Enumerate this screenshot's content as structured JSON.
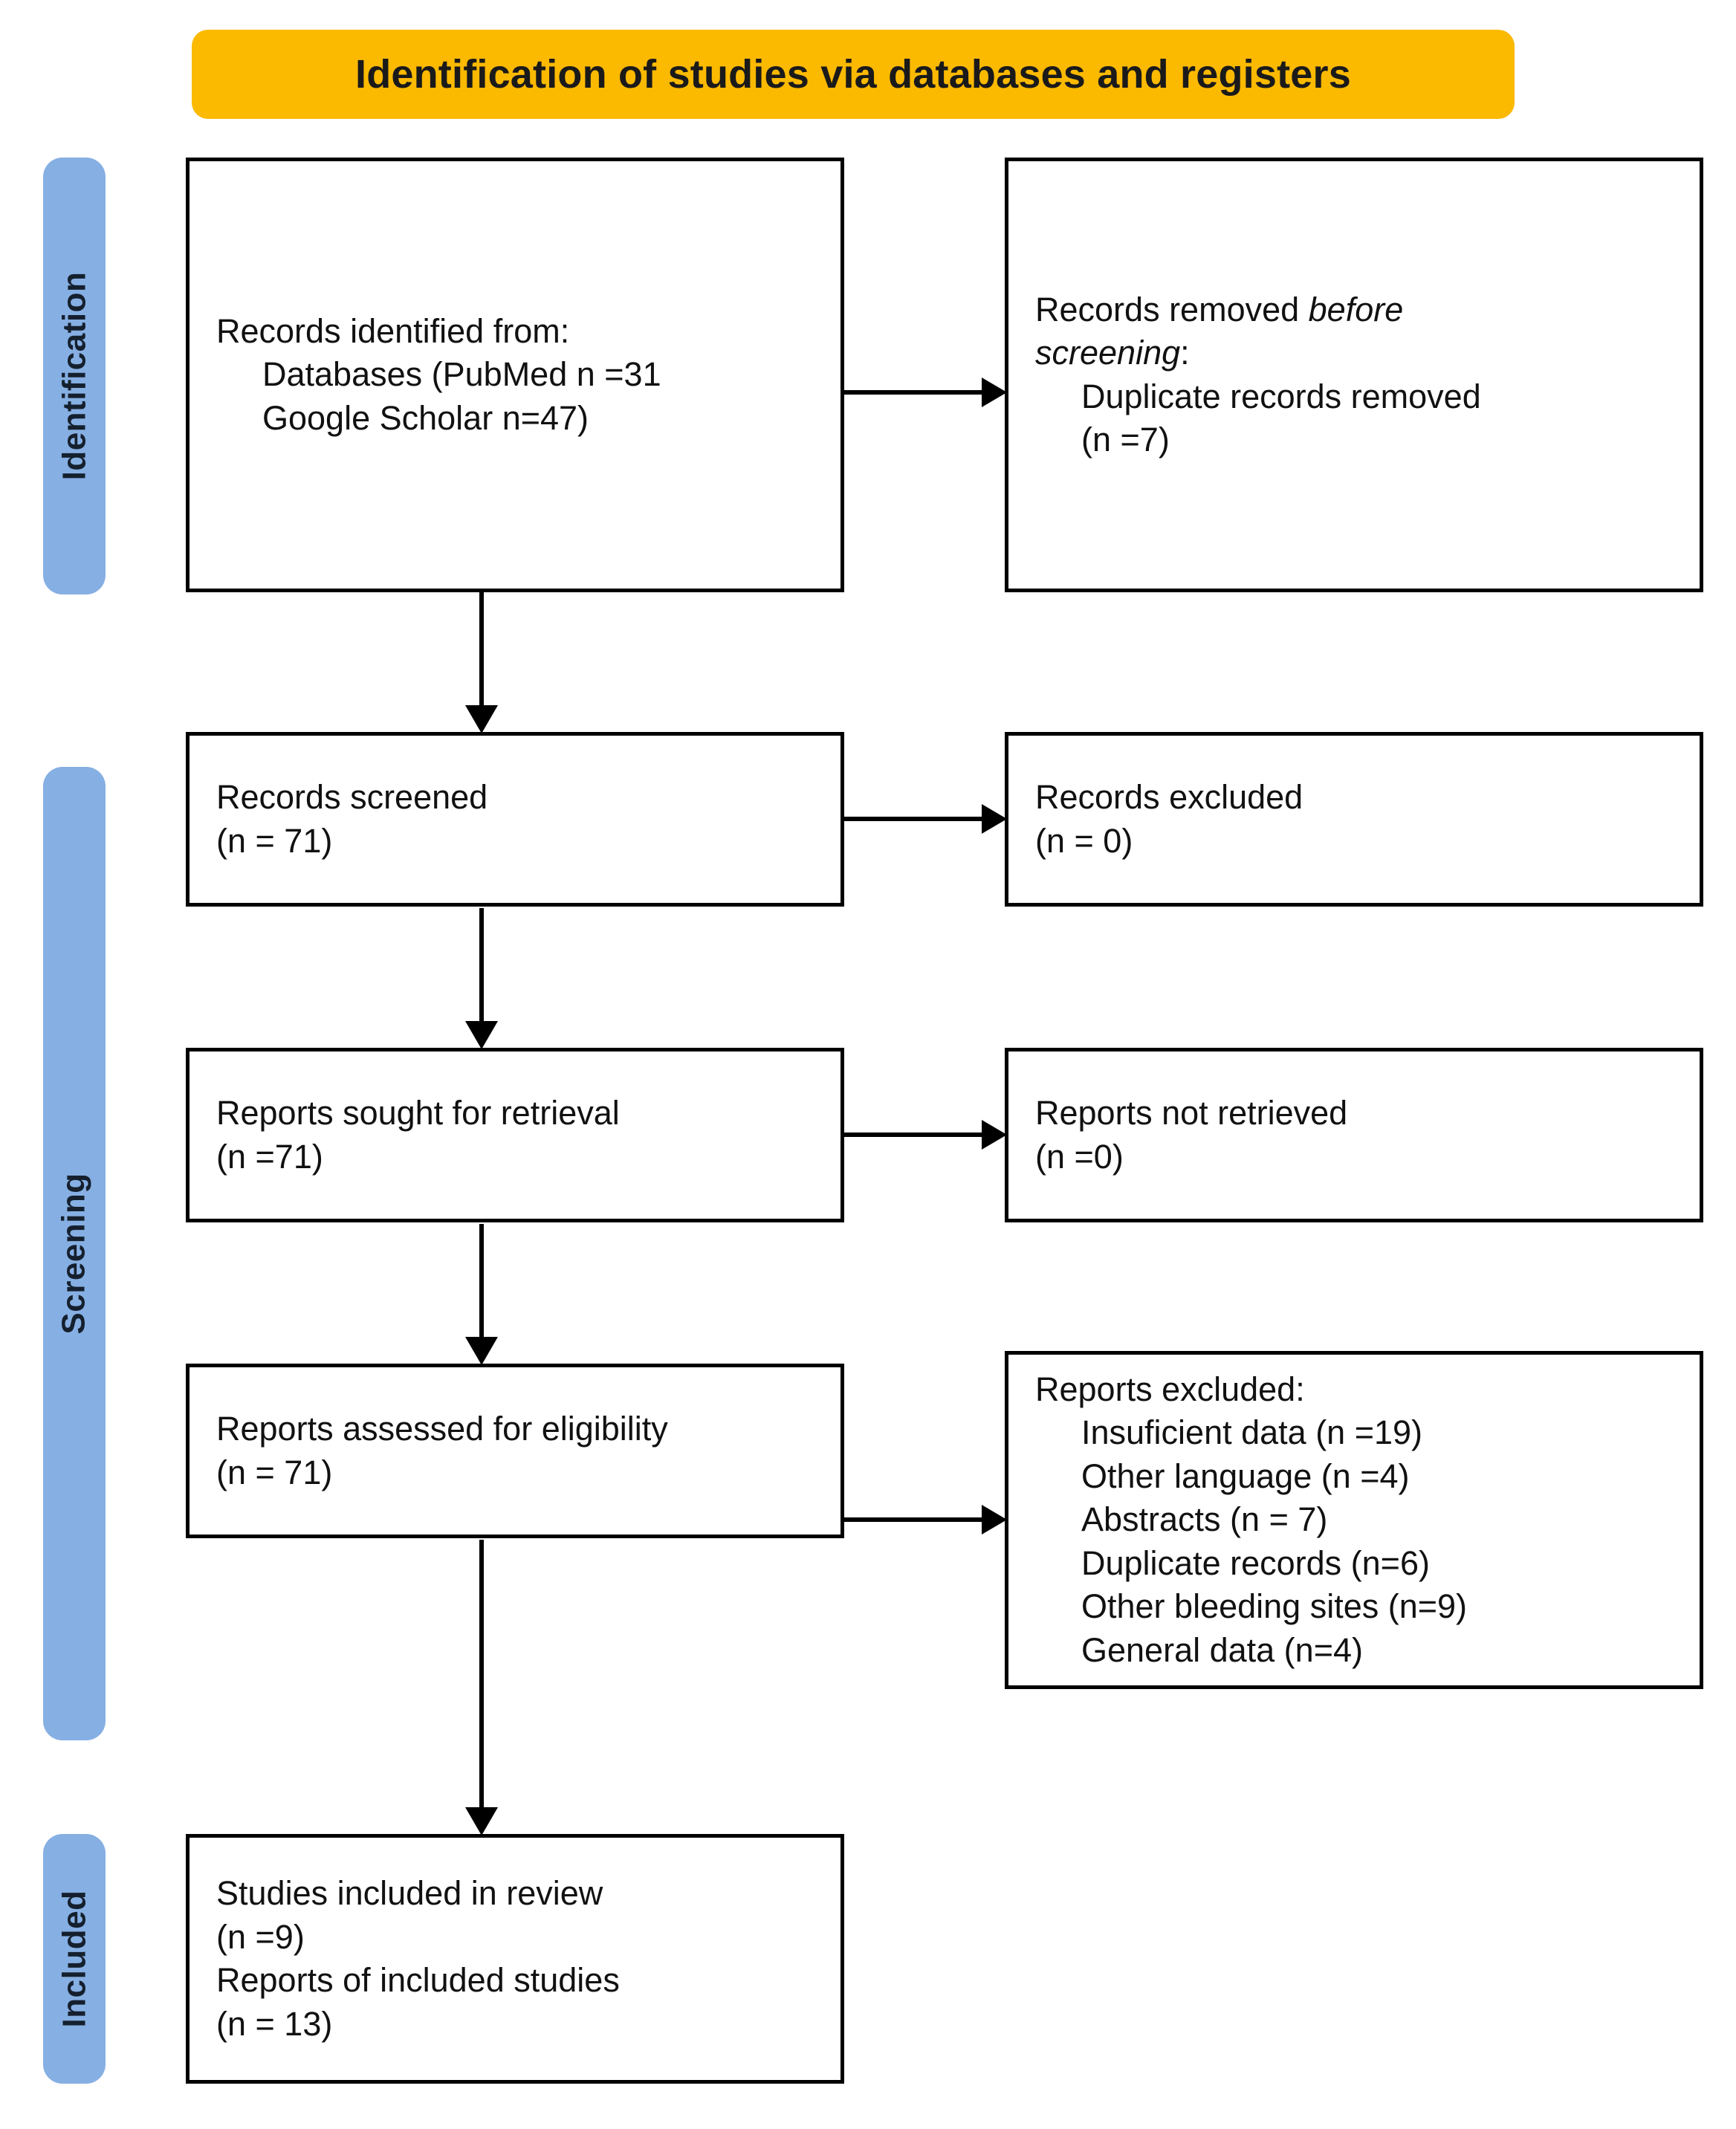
{
  "banner": {
    "title": "Identification of studies via databases and registers",
    "color": "#FBB900"
  },
  "stages": {
    "identification": "Identification",
    "screening": "Screening",
    "included": "Included",
    "color": "#86AFE3"
  },
  "boxes": {
    "identified": {
      "line1": "Records identified from:",
      "line2": "Databases (PubMed n =31",
      "line3": "Google Scholar n=47)"
    },
    "removed": {
      "line1_plain": "Records removed ",
      "line1_italic": "before",
      "line2_italic": "screening",
      "line2_plain": ":",
      "line3": "Duplicate records removed",
      "line4": "(n =7)"
    },
    "screened": {
      "line1": "Records screened",
      "line2": "(n = 71)"
    },
    "records_excluded": {
      "line1": "Records excluded",
      "line2": "(n = 0)"
    },
    "sought": {
      "line1": "Reports sought for retrieval",
      "line2": "(n =71)"
    },
    "not_retrieved": {
      "line1": "Reports not retrieved",
      "line2": "(n =0)"
    },
    "assessed": {
      "line1": "Reports assessed for eligibility",
      "line2": "(n = 71)"
    },
    "reports_excluded": {
      "heading": "Reports excluded:",
      "items": [
        "Insuficient data (n =19)",
        "Other language (n =4)",
        "Abstracts (n = 7)",
        "Duplicate records (n=6)",
        "Other bleeding sites (n=9)",
        "General data (n=4)"
      ]
    },
    "included": {
      "line1": "Studies included in review",
      "line2": "(n =9)",
      "line3": "Reports of included studies",
      "line4": "(n = 13)"
    }
  },
  "chart_data": {
    "type": "diagram",
    "title": "Identification of studies via databases and registers",
    "nodes": [
      {
        "id": "identified",
        "stage": "Identification",
        "column": "left",
        "label": "Records identified from: Databases (PubMed n =31 Google Scholar n=47)",
        "counts": {
          "PubMed": 31,
          "Google Scholar": 47
        }
      },
      {
        "id": "removed",
        "stage": "Identification",
        "column": "right",
        "label": "Records removed before screening: Duplicate records removed (n =7)",
        "counts": {
          "Duplicate records removed": 7
        }
      },
      {
        "id": "screened",
        "stage": "Screening",
        "column": "left",
        "label": "Records screened",
        "n": 71
      },
      {
        "id": "records_excluded",
        "stage": "Screening",
        "column": "right",
        "label": "Records excluded",
        "n": 0
      },
      {
        "id": "sought",
        "stage": "Screening",
        "column": "left",
        "label": "Reports sought for retrieval",
        "n": 71
      },
      {
        "id": "not_retrieved",
        "stage": "Screening",
        "column": "right",
        "label": "Reports not retrieved",
        "n": 0
      },
      {
        "id": "assessed",
        "stage": "Screening",
        "column": "left",
        "label": "Reports assessed for eligibility",
        "n": 71
      },
      {
        "id": "reports_excluded",
        "stage": "Screening",
        "column": "right",
        "label": "Reports excluded",
        "counts": {
          "Insuficient data": 19,
          "Other language": 4,
          "Abstracts": 7,
          "Duplicate records": 6,
          "Other bleeding sites": 9,
          "General data": 4
        }
      },
      {
        "id": "included",
        "stage": "Included",
        "column": "left",
        "label": "Studies included in review / Reports of included studies",
        "counts": {
          "Studies included in review": 9,
          "Reports of included studies": 13
        }
      }
    ],
    "edges": [
      {
        "from": "identified",
        "to": "removed",
        "direction": "right"
      },
      {
        "from": "identified",
        "to": "screened",
        "direction": "down"
      },
      {
        "from": "screened",
        "to": "records_excluded",
        "direction": "right"
      },
      {
        "from": "screened",
        "to": "sought",
        "direction": "down"
      },
      {
        "from": "sought",
        "to": "not_retrieved",
        "direction": "right"
      },
      {
        "from": "sought",
        "to": "assessed",
        "direction": "down"
      },
      {
        "from": "assessed",
        "to": "reports_excluded",
        "direction": "right"
      },
      {
        "from": "assessed",
        "to": "included",
        "direction": "down"
      }
    ]
  }
}
